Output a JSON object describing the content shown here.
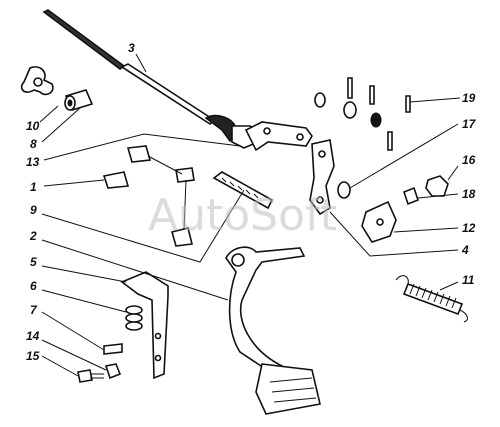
{
  "watermark": "AutoSoft",
  "callouts": [
    "3",
    "10",
    "8",
    "13",
    "1",
    "9",
    "2",
    "5",
    "6",
    "7",
    "14",
    "15",
    "19",
    "17",
    "16",
    "18",
    "12",
    "4",
    "11"
  ]
}
